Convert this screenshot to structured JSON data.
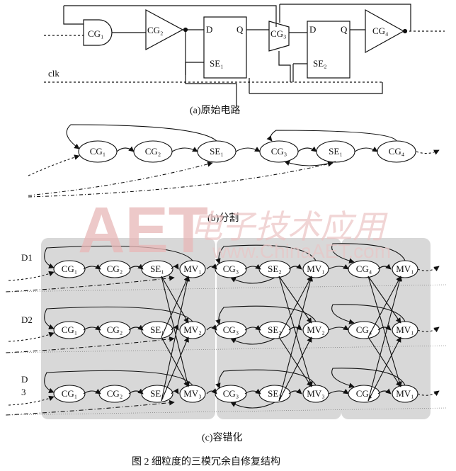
{
  "captions": {
    "a": "(a)原始电路",
    "b": "(b)分割",
    "c": "(c)容错化",
    "figure": "图 2  细粒度的三模冗余自修复结构"
  },
  "watermark": {
    "logo": "AET",
    "url": "www.ChinaAET.com",
    "cjk": "电子技术应用"
  },
  "circuit": {
    "gates": {
      "cg1": "CG₁",
      "cg2": "CG₂",
      "cg3": "CG₃",
      "cg4": "CG₄"
    },
    "ff1": {
      "d": "D",
      "q": "Q",
      "se": "SE₁"
    },
    "ff2": {
      "d": "D",
      "q": "Q",
      "se": "SE₂"
    },
    "clk": "clk"
  },
  "partition": {
    "nodes": [
      "CG₁",
      "CG₂",
      "SE₁",
      "CG₃",
      "SE₁",
      "CG₄"
    ]
  },
  "tmr": {
    "rows": [
      {
        "label": "D1",
        "nodes": [
          "CG₁",
          "CG₂",
          "SE₁",
          "MV₁",
          "CG₃",
          "SE₂",
          "MV₁",
          "CG₄",
          "MV₁"
        ]
      },
      {
        "label": "D2",
        "nodes": [
          "CG₁",
          "CG₂",
          "SE₁",
          "MV₂",
          "CG₃",
          "SE₂",
          "MV₂",
          "CG₄",
          "MV₁"
        ]
      },
      {
        "label": "D\n3",
        "nodes": [
          "CG₁",
          "CG₂",
          "SE₁",
          "MV₃",
          "CG₃",
          "SE₂",
          "MV₃",
          "CG₄",
          "MV₁"
        ]
      }
    ]
  },
  "colors": {
    "region": "#d8d8d8",
    "line": "#111111",
    "watermark": "#e8b7b7"
  }
}
